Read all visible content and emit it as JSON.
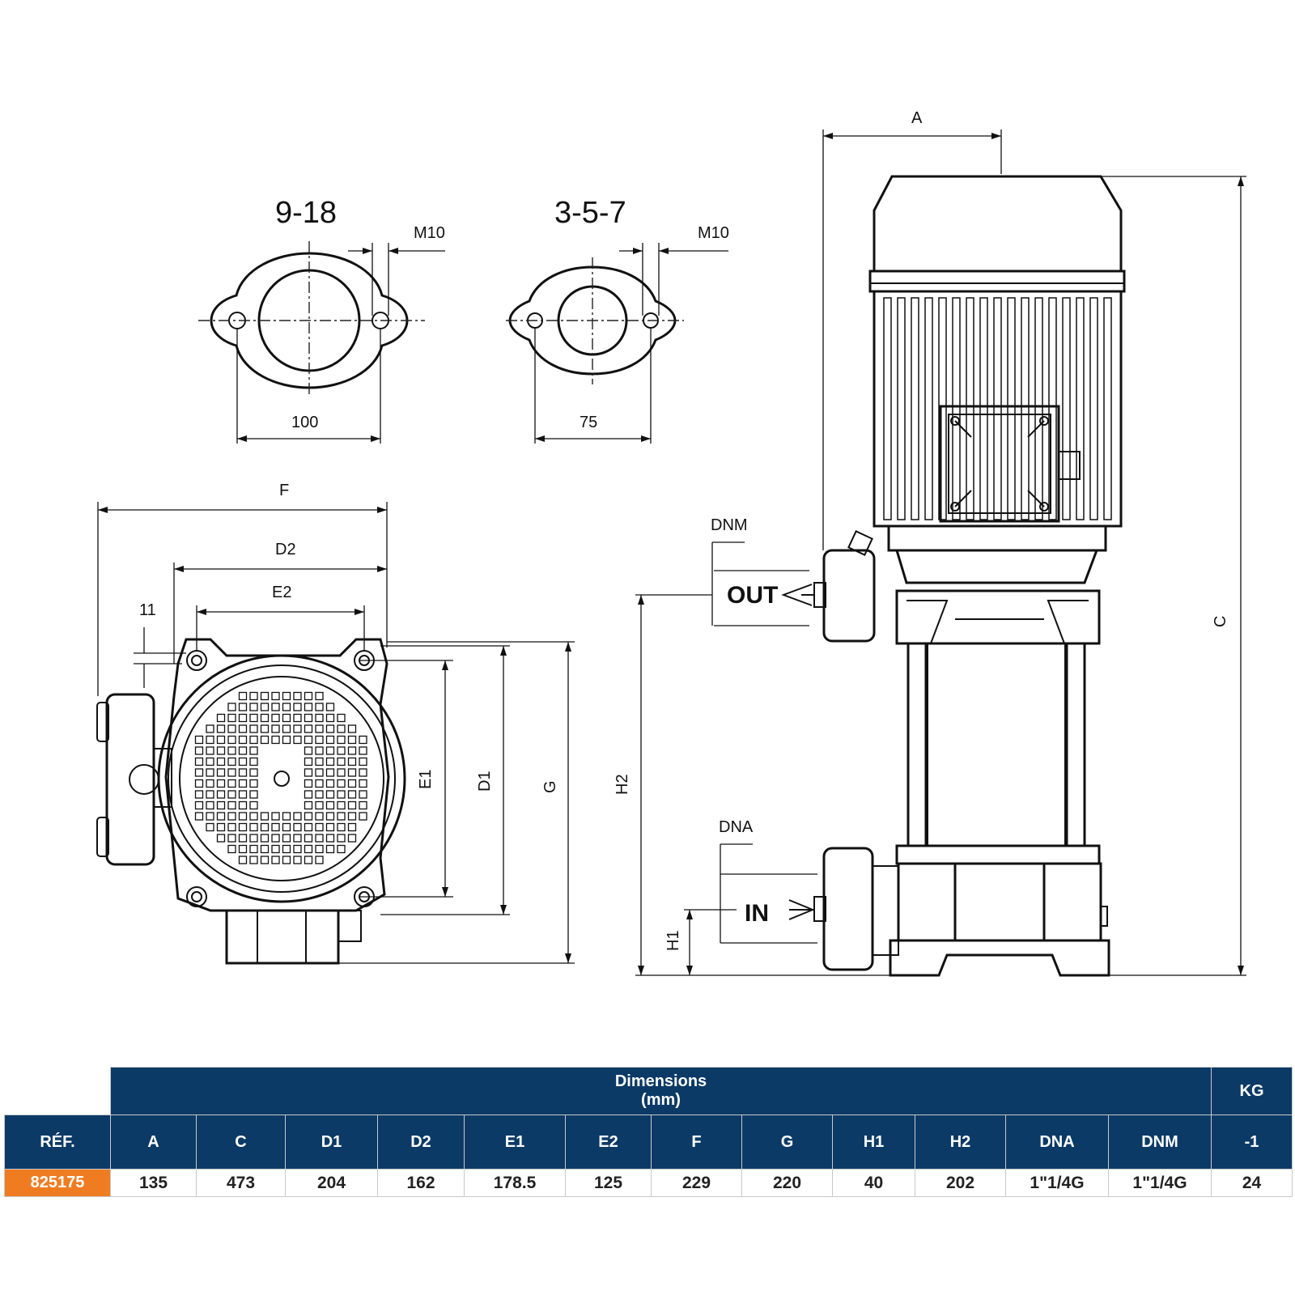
{
  "drawing": {
    "flanges": [
      {
        "title": "9-18",
        "thread": "M10",
        "spacing": "100"
      },
      {
        "title": "3-5-7",
        "thread": "M10",
        "spacing": "75"
      }
    ],
    "top_view_labels": {
      "F": "F",
      "D2": "D2",
      "E2": "E2",
      "gap": "11",
      "E1": "E1",
      "D1": "D1",
      "G": "G"
    },
    "side_view_labels": {
      "A": "A",
      "C": "C",
      "H1": "H1",
      "H2": "H2",
      "DNM": "DNM",
      "DNA": "DNA",
      "out": "OUT",
      "in": "IN"
    }
  },
  "table": {
    "group_header_line1": "Dimensions",
    "group_header_line2": "(mm)",
    "kg_header": "KG",
    "ref_header": "RÉF.",
    "columns": [
      "A",
      "C",
      "D1",
      "D2",
      "E1",
      "E2",
      "F",
      "G",
      "H1",
      "H2",
      "DNA",
      "DNM"
    ],
    "kg_subheader": "-1",
    "rows": [
      {
        "ref": "825175",
        "values": [
          "135",
          "473",
          "204",
          "162",
          "178.5",
          "125",
          "229",
          "220",
          "40",
          "202",
          "1\"1/4G",
          "1\"1/4G"
        ],
        "kg": "24"
      }
    ]
  },
  "colors": {
    "header_bg": "#0b3a66",
    "ref_bg": "#f07c22"
  }
}
